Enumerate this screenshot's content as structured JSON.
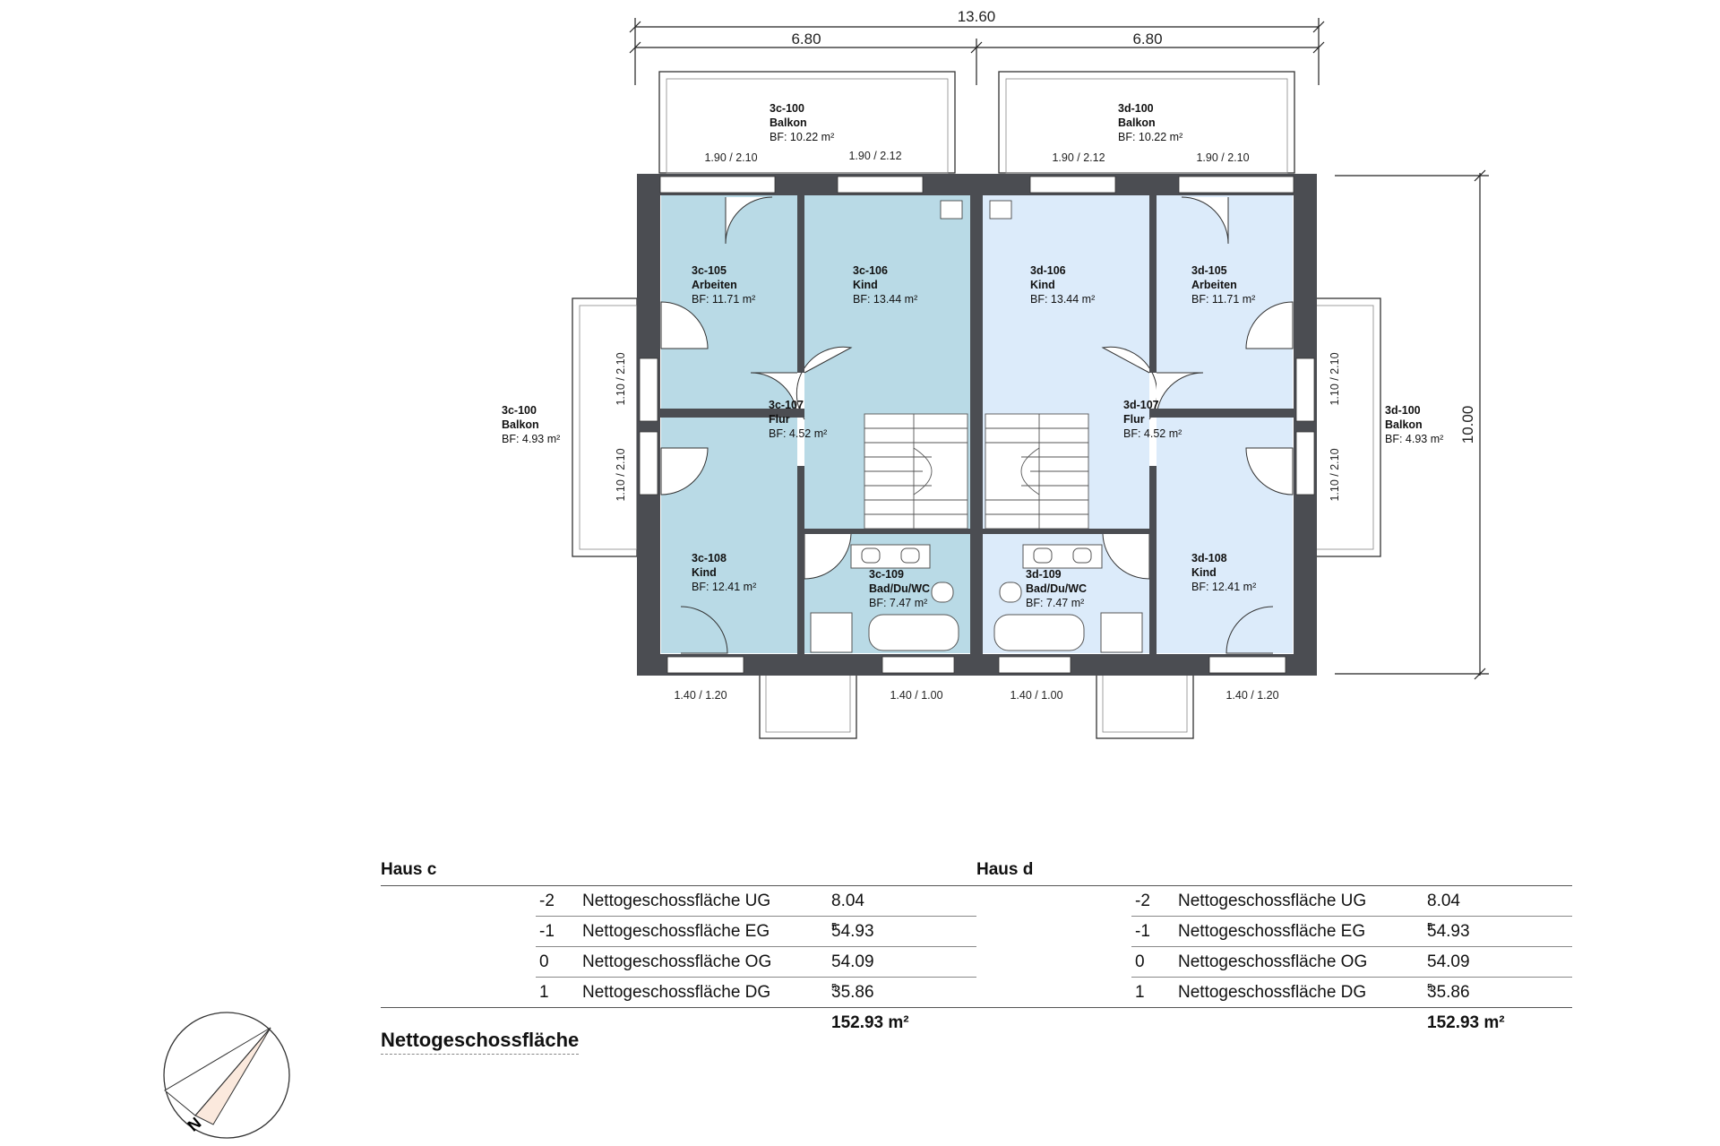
{
  "dimensions": {
    "overall_width": "13.60",
    "half_width_left": "6.80",
    "half_width_right": "6.80",
    "depth": "10.00"
  },
  "windows": {
    "top": [
      "1.90 / 2.10",
      "1.90 / 2.12",
      "1.90 / 2.12",
      "1.90 / 2.10"
    ],
    "bottom": [
      "1.40 / 1.20",
      "1.40 / 1.00",
      "1.40 / 1.00",
      "1.40 / 1.20"
    ],
    "side": [
      "1.10 / 2.10",
      "1.10 / 2.10",
      "1.10 / 2.10",
      "1.10 / 2.10"
    ]
  },
  "rooms": {
    "c100_top": {
      "id": "3c-100",
      "name": "Balkon",
      "area": "BF: 10.22 m²"
    },
    "d100_top": {
      "id": "3d-100",
      "name": "Balkon",
      "area": "BF: 10.22 m²"
    },
    "c100_side": {
      "id": "3c-100",
      "name": "Balkon",
      "area": "BF: 4.93 m²"
    },
    "d100_side": {
      "id": "3d-100",
      "name": "Balkon",
      "area": "BF: 4.93 m²"
    },
    "c105": {
      "id": "3c-105",
      "name": "Arbeiten",
      "area": "BF: 11.71 m²"
    },
    "c106": {
      "id": "3c-106",
      "name": "Kind",
      "area": "BF: 13.44 m²"
    },
    "d106": {
      "id": "3d-106",
      "name": "Kind",
      "area": "BF: 13.44 m²"
    },
    "d105": {
      "id": "3d-105",
      "name": "Arbeiten",
      "area": "BF: 11.71 m²"
    },
    "c107": {
      "id": "3c-107",
      "name": "Flur",
      "area": "BF: 4.52 m²"
    },
    "d107": {
      "id": "3d-107",
      "name": "Flur",
      "area": "BF: 4.52 m²"
    },
    "c108": {
      "id": "3c-108",
      "name": "Kind",
      "area": "BF: 12.41 m²"
    },
    "d108": {
      "id": "3d-108",
      "name": "Kind",
      "area": "BF: 12.41 m²"
    },
    "c109": {
      "id": "3c-109",
      "name": "Bad/Du/WC",
      "area": "BF: 7.47 m²"
    },
    "d109": {
      "id": "3d-109",
      "name": "Bad/Du/WC",
      "area": "BF: 7.47 m²"
    }
  },
  "colors": {
    "room_c": "#b9dae6",
    "room_d": "#dcebfa",
    "wall": "#4b4d52",
    "compass_fill": "#fbe9dd"
  },
  "table": {
    "heading": "Nettogeschossfläche",
    "houses": [
      {
        "title": "Haus c",
        "rows": [
          {
            "floor": "-2",
            "name": "Nettogeschossfläche UG",
            "value": "8.04",
            "sup": ""
          },
          {
            "floor": "-1",
            "name": "Nettogeschossfläche EG",
            "value": "54.93",
            "sup": "5"
          },
          {
            "floor": "0",
            "name": "Nettogeschossfläche OG",
            "value": "54.09",
            "sup": ""
          },
          {
            "floor": "1",
            "name": "Nettogeschossfläche DG",
            "value": "35.86",
            "sup": "5"
          }
        ],
        "total": "152.93 m²"
      },
      {
        "title": "Haus d",
        "rows": [
          {
            "floor": "-2",
            "name": "Nettogeschossfläche UG",
            "value": "8.04",
            "sup": ""
          },
          {
            "floor": "-1",
            "name": "Nettogeschossfläche EG",
            "value": "54.93",
            "sup": "5"
          },
          {
            "floor": "0",
            "name": "Nettogeschossfläche OG",
            "value": "54.09",
            "sup": ""
          },
          {
            "floor": "1",
            "name": "Nettogeschossfläche DG",
            "value": "35.86",
            "sup": "5"
          }
        ],
        "total": "152.93 m²"
      }
    ]
  },
  "compass": {
    "label": "N"
  }
}
